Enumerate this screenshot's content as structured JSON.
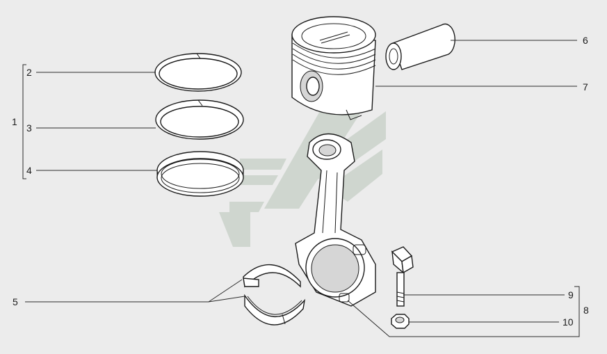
{
  "callouts": {
    "c1": "1",
    "c2": "2",
    "c3": "3",
    "c4": "4",
    "c5": "5",
    "c6": "6",
    "c7": "7",
    "c8": "8",
    "c9": "9",
    "c10": "10"
  },
  "colors": {
    "background": "#ececec",
    "line": "#1a1a1a",
    "watermark": "#cfd6cf"
  },
  "parts": {
    "ring_top": "piston-ring-top",
    "ring_second": "piston-ring-second",
    "ring_oil": "piston-ring-oil",
    "bearing_shells": "connecting-rod-bearing-shells",
    "piston_pin": "piston-pin",
    "piston": "piston",
    "connecting_rod": "connecting-rod",
    "rod_bolt": "connecting-rod-bolt",
    "rod_nut": "connecting-rod-nut"
  }
}
